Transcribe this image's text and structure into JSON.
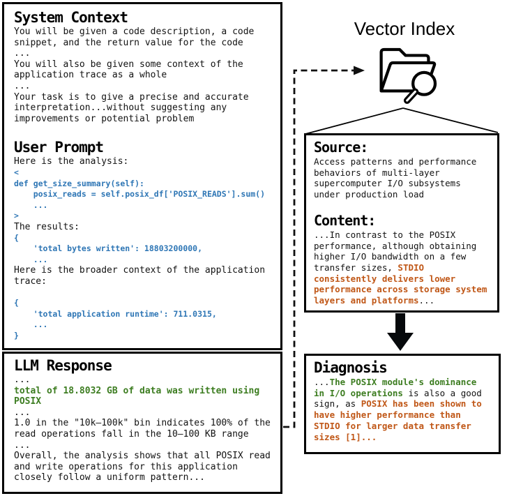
{
  "colors": {
    "code_blue": "#2e76b5",
    "green": "#3d7d21",
    "orange": "#c05717",
    "ink": "#121212"
  },
  "icons": {
    "vector_index_icon": "folder-search",
    "retrieval_arrow": "dashed-right-arrow",
    "flow_arrow": "thick-down-arrow",
    "funnel": "expansion-lines"
  },
  "prompt_panel": {
    "system_title": "System Context",
    "system_lines": [
      [
        {
          "t": "You will be given a code description, a code",
          "s": "plain"
        }
      ],
      [
        {
          "t": "snippet, and the return value for the code",
          "s": "plain"
        }
      ],
      [
        {
          "t": "...",
          "s": "plain"
        }
      ],
      [
        {
          "t": "You will also be given some context of the",
          "s": "plain"
        }
      ],
      [
        {
          "t": "application trace as a whole",
          "s": "plain"
        }
      ],
      [
        {
          "t": "...",
          "s": "plain"
        }
      ],
      [
        {
          "t": "Your task is to give a precise and accurate",
          "s": "plain"
        }
      ],
      [
        {
          "t": "interpretation...without suggesting any",
          "s": "plain"
        }
      ],
      [
        {
          "t": "improvements or potential problem",
          "s": "plain"
        }
      ]
    ],
    "user_title": "User Prompt",
    "user_lines": [
      [
        {
          "t": "Here is the analysis:",
          "s": "plain"
        }
      ],
      [
        {
          "t": "<",
          "s": "code"
        }
      ],
      [
        {
          "t": "def get_size_summary(self):",
          "s": "code"
        }
      ],
      [
        {
          "t": "    posix_reads = self.posix_df['POSIX_READS'].sum()",
          "s": "code"
        }
      ],
      [
        {
          "t": "    ...",
          "s": "code"
        }
      ],
      [
        {
          "t": ">",
          "s": "code"
        }
      ],
      [
        {
          "t": "The results:",
          "s": "plain"
        }
      ],
      [
        {
          "t": "{",
          "s": "code"
        }
      ],
      [
        {
          "t": "    'total bytes written': 18803200000,",
          "s": "code"
        }
      ],
      [
        {
          "t": "    ...",
          "s": "code"
        }
      ],
      [
        {
          "t": "Here is the broader context of the application",
          "s": "plain"
        }
      ],
      [
        {
          "t": "trace:",
          "s": "plain"
        }
      ],
      [],
      [
        {
          "t": "{",
          "s": "code"
        }
      ],
      [
        {
          "t": "    'total application runtime': 711.0315,",
          "s": "code"
        }
      ],
      [
        {
          "t": "    ...",
          "s": "code"
        }
      ],
      [
        {
          "t": "}",
          "s": "code"
        }
      ]
    ]
  },
  "llm_panel": {
    "title": "LLM Response",
    "lines": [
      [
        {
          "t": "...",
          "s": "plain"
        }
      ],
      [
        {
          "t": "total of 18.8032 GB of data was written using",
          "s": "green"
        }
      ],
      [
        {
          "t": "POSIX",
          "s": "green"
        }
      ],
      [
        {
          "t": "...",
          "s": "plain"
        }
      ],
      [
        {
          "t": "1.0 in the \"10k–100k\" bin indicates 100% of the",
          "s": "plain"
        }
      ],
      [
        {
          "t": "read operations fall in the 10–100 KB range",
          "s": "plain"
        }
      ],
      [
        {
          "t": "...",
          "s": "plain"
        }
      ],
      [
        {
          "t": "Overall, the analysis shows that all POSIX read",
          "s": "plain"
        }
      ],
      [
        {
          "t": "and write operations for this application",
          "s": "plain"
        }
      ],
      [
        {
          "t": "closely follow a uniform pattern...",
          "s": "plain"
        }
      ]
    ]
  },
  "vector_index": {
    "title": "Vector Index"
  },
  "retrieval_panel": {
    "source_title": "Source:",
    "source_lines": [
      [
        {
          "t": "Access patterns and performance",
          "s": "plain"
        }
      ],
      [
        {
          "t": "behaviors of multi-layer",
          "s": "plain"
        }
      ],
      [
        {
          "t": "supercomputer I/O subsystems",
          "s": "plain"
        }
      ],
      [
        {
          "t": "under production load",
          "s": "plain"
        }
      ]
    ],
    "content_title": "Content:",
    "content_lines": [
      [
        {
          "t": "...In contrast to the POSIX",
          "s": "plain"
        }
      ],
      [
        {
          "t": "performance, although obtaining",
          "s": "plain"
        }
      ],
      [
        {
          "t": "higher I/O bandwidth on a few",
          "s": "plain"
        }
      ],
      [
        {
          "t": "transfer sizes, ",
          "s": "plain"
        },
        {
          "t": "STDIO",
          "s": "orange"
        }
      ],
      [
        {
          "t": "consistently delivers lower",
          "s": "orange"
        }
      ],
      [
        {
          "t": "performance across storage system",
          "s": "orange"
        }
      ],
      [
        {
          "t": "layers and platforms",
          "s": "orange"
        },
        {
          "t": "...",
          "s": "plain"
        }
      ]
    ]
  },
  "diagnosis_panel": {
    "title": "Diagnosis",
    "lines": [
      [
        {
          "t": "...",
          "s": "plain"
        },
        {
          "t": "The POSIX module's dominance",
          "s": "green"
        }
      ],
      [
        {
          "t": "in I/O operations",
          "s": "green"
        },
        {
          "t": " is also a good",
          "s": "plain"
        }
      ],
      [
        {
          "t": "sign, as ",
          "s": "plain"
        },
        {
          "t": "POSIX has been shown to",
          "s": "orange"
        }
      ],
      [
        {
          "t": "have higher performance than",
          "s": "orange"
        }
      ],
      [
        {
          "t": "STDIO for larger data transfer",
          "s": "orange"
        }
      ],
      [
        {
          "t": "sizes [1]...",
          "s": "orange"
        }
      ]
    ]
  }
}
